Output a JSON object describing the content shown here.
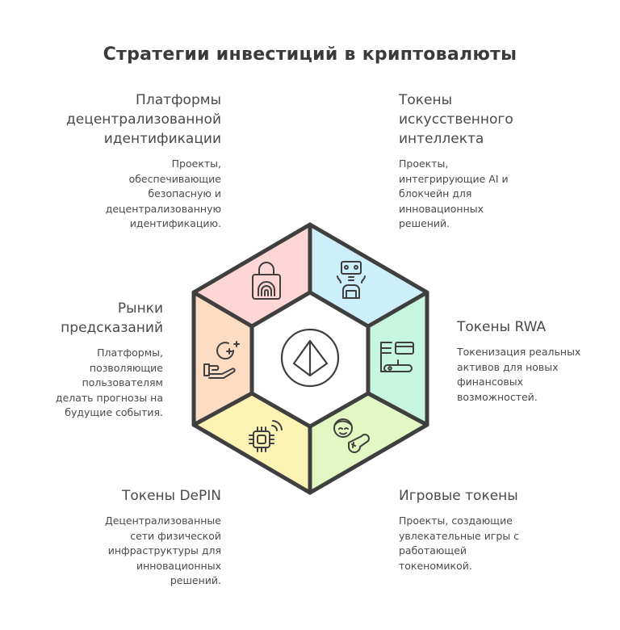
{
  "title": "Стратегии инвестиций в криптовалюты",
  "colors": {
    "outline": "#3f3f3f",
    "identity": "#ffd6d6",
    "ai": "#cdeffc",
    "rwa": "#c6f5e0",
    "gaming": "#e2f7c2",
    "depin": "#fdf3b4",
    "prediction": "#fddcc4",
    "center": "#ffffff"
  },
  "segments": [
    {
      "id": "identity",
      "icon": "fingerprint-lock-icon",
      "heading": [
        "Платформы",
        "децентрализованной",
        "идентификации"
      ],
      "description": [
        "Проекты,",
        "обеспечивающие",
        "безопасную и",
        "децентрализованную",
        "идентификацию."
      ]
    },
    {
      "id": "ai",
      "icon": "robot-icon",
      "heading": [
        "Токены",
        "искусственного",
        "интеллекта"
      ],
      "description": [
        "Проекты,",
        "интегрирующие AI и",
        "блокчейн для",
        "инновационных",
        "решений."
      ]
    },
    {
      "id": "rwa",
      "icon": "cards-asset-icon",
      "heading": [
        "Токены RWA"
      ],
      "description": [
        "Токенизация реальных",
        "активов для новых",
        "финансовых",
        "возможностей."
      ]
    },
    {
      "id": "gaming",
      "icon": "gamer-controller-icon",
      "heading": [
        "Игровые токены"
      ],
      "description": [
        "Проекты, создающие",
        "увлекательные игры с",
        "работающей",
        "токеномикой."
      ]
    },
    {
      "id": "depin",
      "icon": "chip-wireless-icon",
      "heading": [
        "Токены DePIN"
      ],
      "description": [
        "Децентрализованные",
        "сети физической",
        "инфраструктуры для",
        "инновационных",
        "решений."
      ]
    },
    {
      "id": "prediction",
      "icon": "hand-coin-icon",
      "heading": [
        "Рынки",
        "предсказаний"
      ],
      "description": [
        "Платформы,",
        "позволяющие",
        "пользователям",
        "делать прогнозы на",
        "будущие события."
      ]
    }
  ],
  "center": {
    "icon": "crypto-diamond-icon"
  }
}
